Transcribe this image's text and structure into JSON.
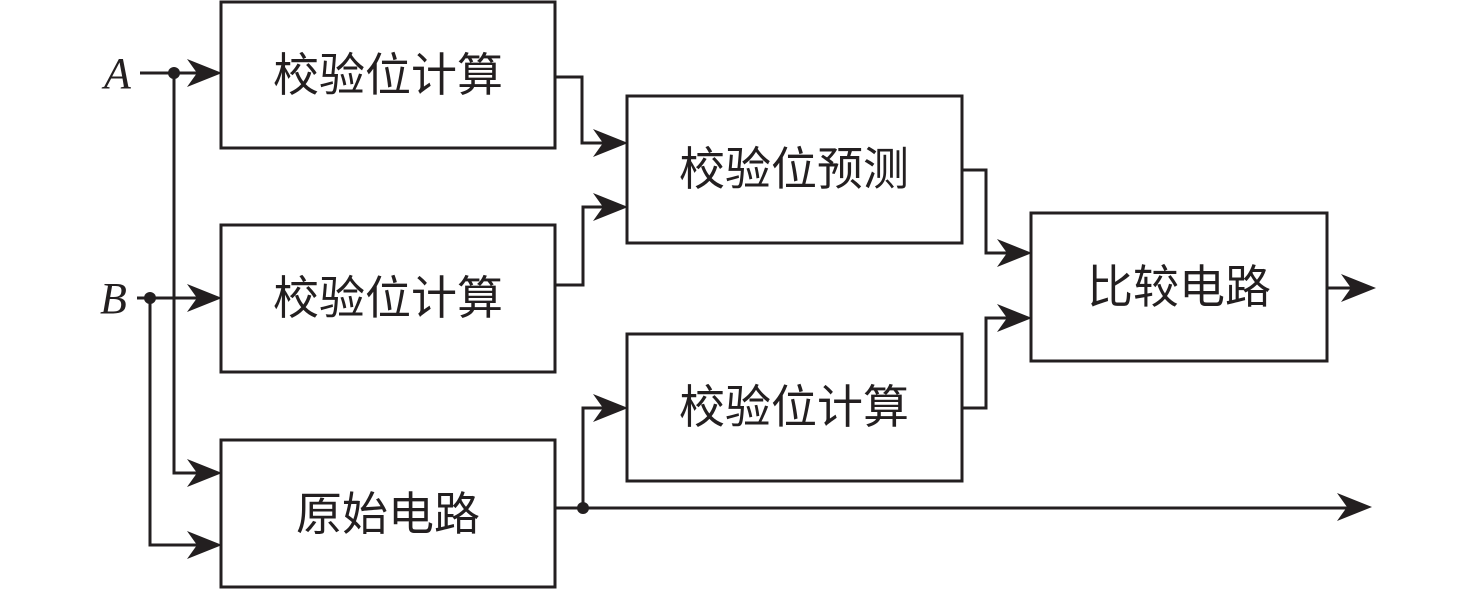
{
  "diagram": {
    "type": "block-diagram",
    "inputs": {
      "a": "A",
      "b": "B"
    },
    "blocks": {
      "checkbit_calc_a": "校验位计算",
      "checkbit_calc_b": "校验位计算",
      "original_circuit": "原始电路",
      "checkbit_predict": "校验位预测",
      "checkbit_calc_out": "校验位计算",
      "compare_circuit": "比较电路"
    },
    "connections": [
      {
        "from": "A",
        "to": "checkbit_calc_a"
      },
      {
        "from": "A",
        "to": "original_circuit"
      },
      {
        "from": "B",
        "to": "checkbit_calc_b"
      },
      {
        "from": "B",
        "to": "original_circuit"
      },
      {
        "from": "checkbit_calc_a",
        "to": "checkbit_predict"
      },
      {
        "from": "checkbit_calc_b",
        "to": "checkbit_predict"
      },
      {
        "from": "original_circuit",
        "to": "checkbit_calc_out"
      },
      {
        "from": "original_circuit",
        "to": "output"
      },
      {
        "from": "checkbit_predict",
        "to": "compare_circuit"
      },
      {
        "from": "checkbit_calc_out",
        "to": "compare_circuit"
      },
      {
        "from": "compare_circuit",
        "to": "output"
      }
    ]
  }
}
